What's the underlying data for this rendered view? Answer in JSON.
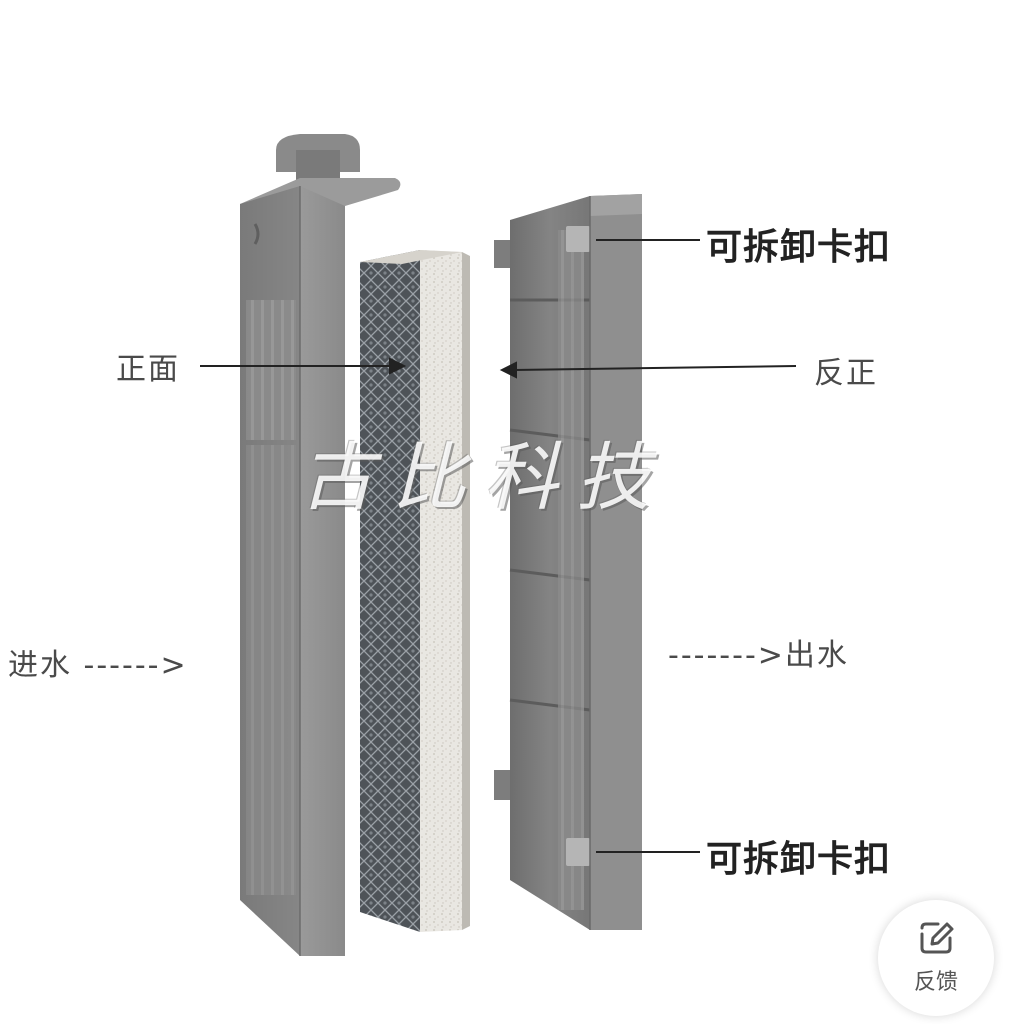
{
  "labels": {
    "front": "正面",
    "reverse": "反正",
    "water_in": "进水 ------>",
    "water_out": "------->出水",
    "clip_top": "可拆卸卡扣",
    "clip_bottom": "可拆卸卡扣"
  },
  "watermark": "古比科技",
  "feedback": {
    "icon": "edit-icon",
    "label": "反馈"
  },
  "colors": {
    "housing": "#8e8e8e",
    "filter_foam": "#e8e6e1",
    "filter_mesh": "#55595e"
  }
}
